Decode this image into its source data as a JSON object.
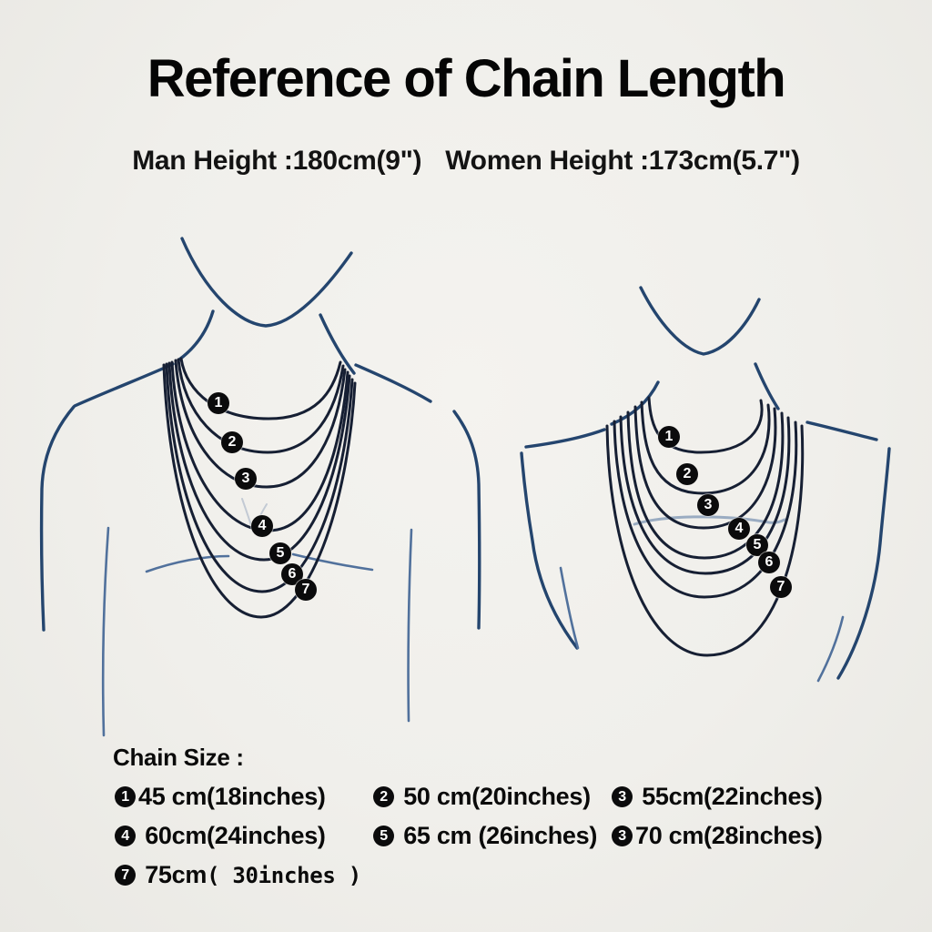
{
  "header": {
    "title": "Reference of Chain Length",
    "man_height": "Man Height :180cm(9\")",
    "women_height": "Women Height :173cm(5.7\")"
  },
  "figures": {
    "man": {
      "markers": [
        "1",
        "2",
        "3",
        "4",
        "5",
        "6",
        "7"
      ]
    },
    "women": {
      "markers": [
        "1",
        "2",
        "3",
        "4",
        "5",
        "6",
        "7"
      ]
    }
  },
  "legend": {
    "heading": "Chain Size :",
    "items": [
      {
        "num": "1",
        "text": "45 cm(18inches)"
      },
      {
        "num": "2",
        "text": " 50 cm(20inches)"
      },
      {
        "num": "3",
        "text": " 55cm(22inches)"
      },
      {
        "num": "4",
        "text": " 60cm(24inches)"
      },
      {
        "num": "5",
        "text": " 65 cm (26inches)"
      },
      {
        "num": "3",
        "text": "70 cm(28inches)"
      },
      {
        "num": "7",
        "text": " 75cm",
        "text2": "( 30inches )"
      }
    ]
  },
  "colors": {
    "background": "#f0efeb",
    "line_navy": "#24456e",
    "chain": "#161f33",
    "bust": "#9aacc2",
    "marker_bg": "#0b0b0c",
    "marker_text": "#ffffff",
    "text": "#0a0a0a"
  }
}
